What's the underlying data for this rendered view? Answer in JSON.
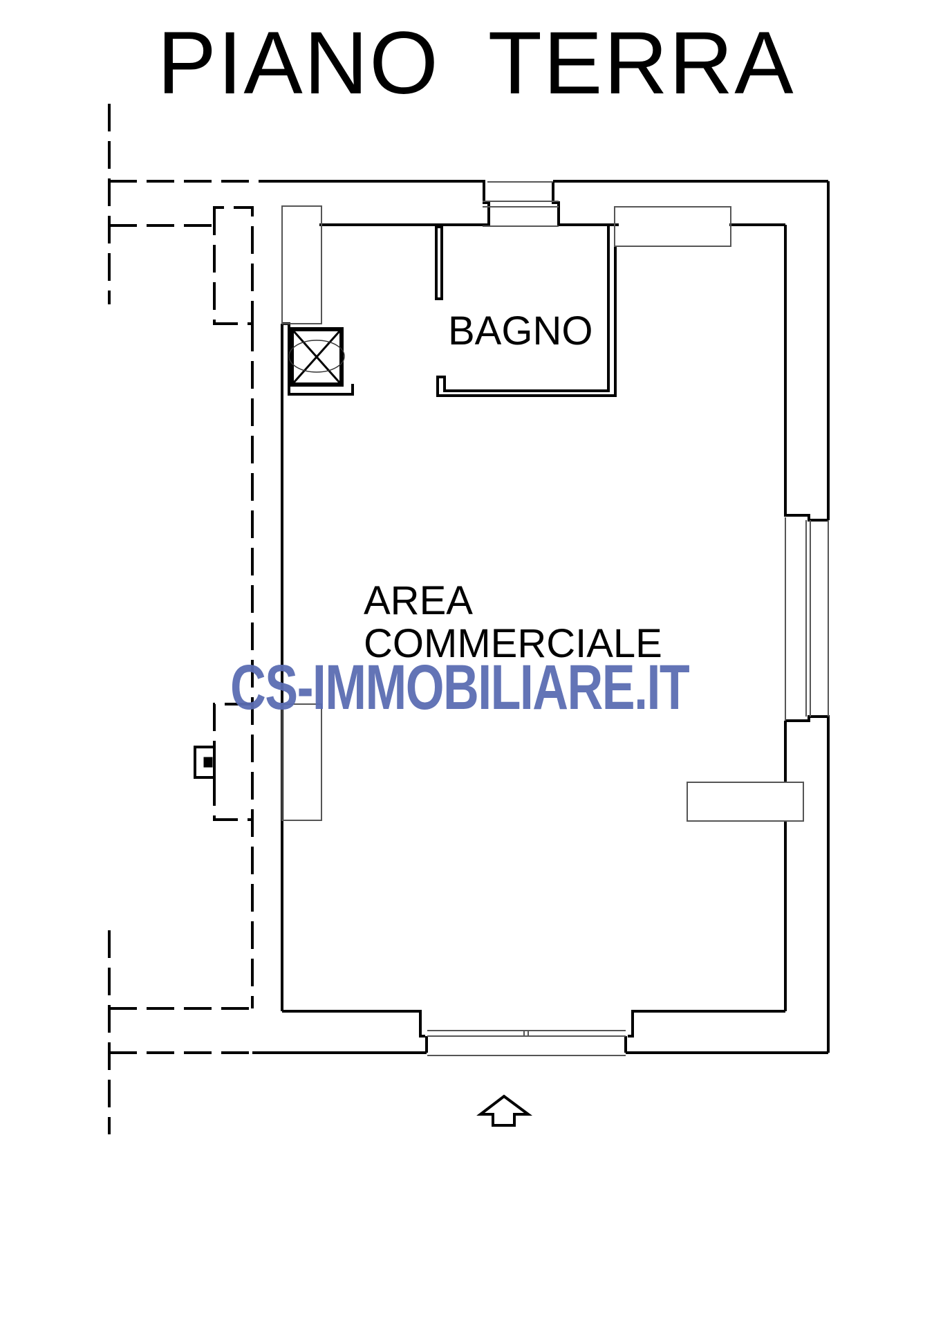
{
  "drawing": {
    "title_word1": "PIANO",
    "title_word2": "TERRA",
    "rooms": {
      "bathroom": "BAGNO",
      "commercial_line1": "AREA",
      "commercial_line2": "COMMERCIALE"
    },
    "watermark": "CS-IMMOBILIARE.IT",
    "entrance_icon": "entrance-arrow-up"
  },
  "colors": {
    "wall": "#000000",
    "fixture_line": "#555555",
    "watermark": "#5b6db3",
    "background": "#ffffff"
  }
}
